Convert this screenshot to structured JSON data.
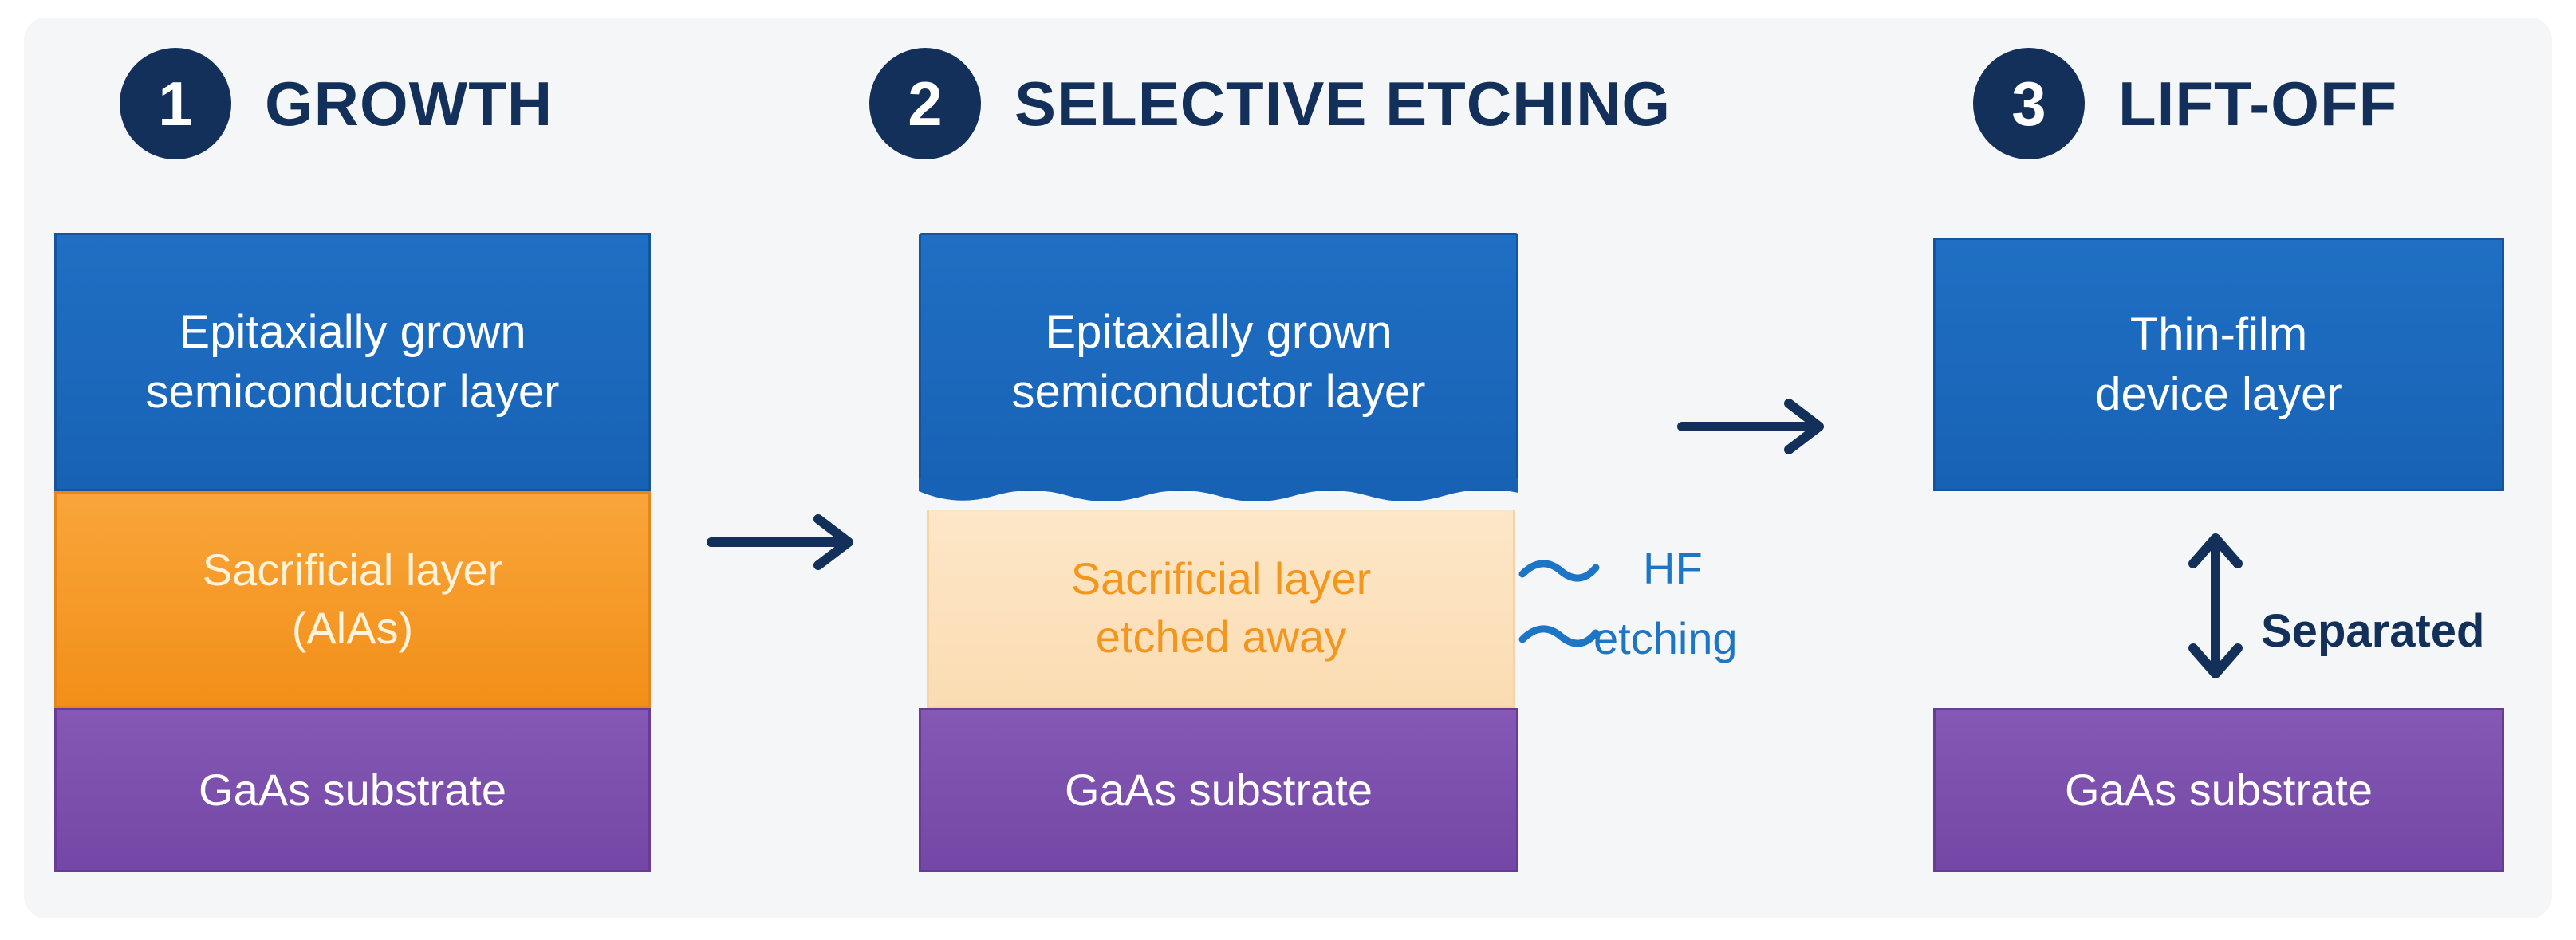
{
  "steps": [
    {
      "number": "1",
      "title": "GROWTH",
      "layers": {
        "top": "Epitaxially grown\nsemiconductor layer",
        "middle": "Sacrificial layer\n(AlAs)",
        "bottom": "GaAs substrate"
      }
    },
    {
      "number": "2",
      "title": "SELECTIVE ETCHING",
      "layers": {
        "top": "Epitaxially grown\nsemiconductor layer",
        "middle": "Sacrificial layer\netched away",
        "bottom": "GaAs substrate"
      },
      "etchant": {
        "line1": "HF",
        "line2": "etching"
      }
    },
    {
      "number": "3",
      "title": "LIFT-OFF",
      "layers": {
        "top": "Thin-film\ndevice layer",
        "bottom": "GaAs substrate"
      },
      "separation_label": "Separated"
    }
  ],
  "colors": {
    "heading": "#13305a",
    "semiconductor": "#1f6fc4",
    "sacrificial": "#f9a53a",
    "etched": "#fde7c8",
    "substrate": "#7e52af",
    "etchant": "#1d75c6"
  },
  "icons": [
    "arrow-right-icon",
    "wave-icon",
    "double-arrow-vertical-icon"
  ]
}
